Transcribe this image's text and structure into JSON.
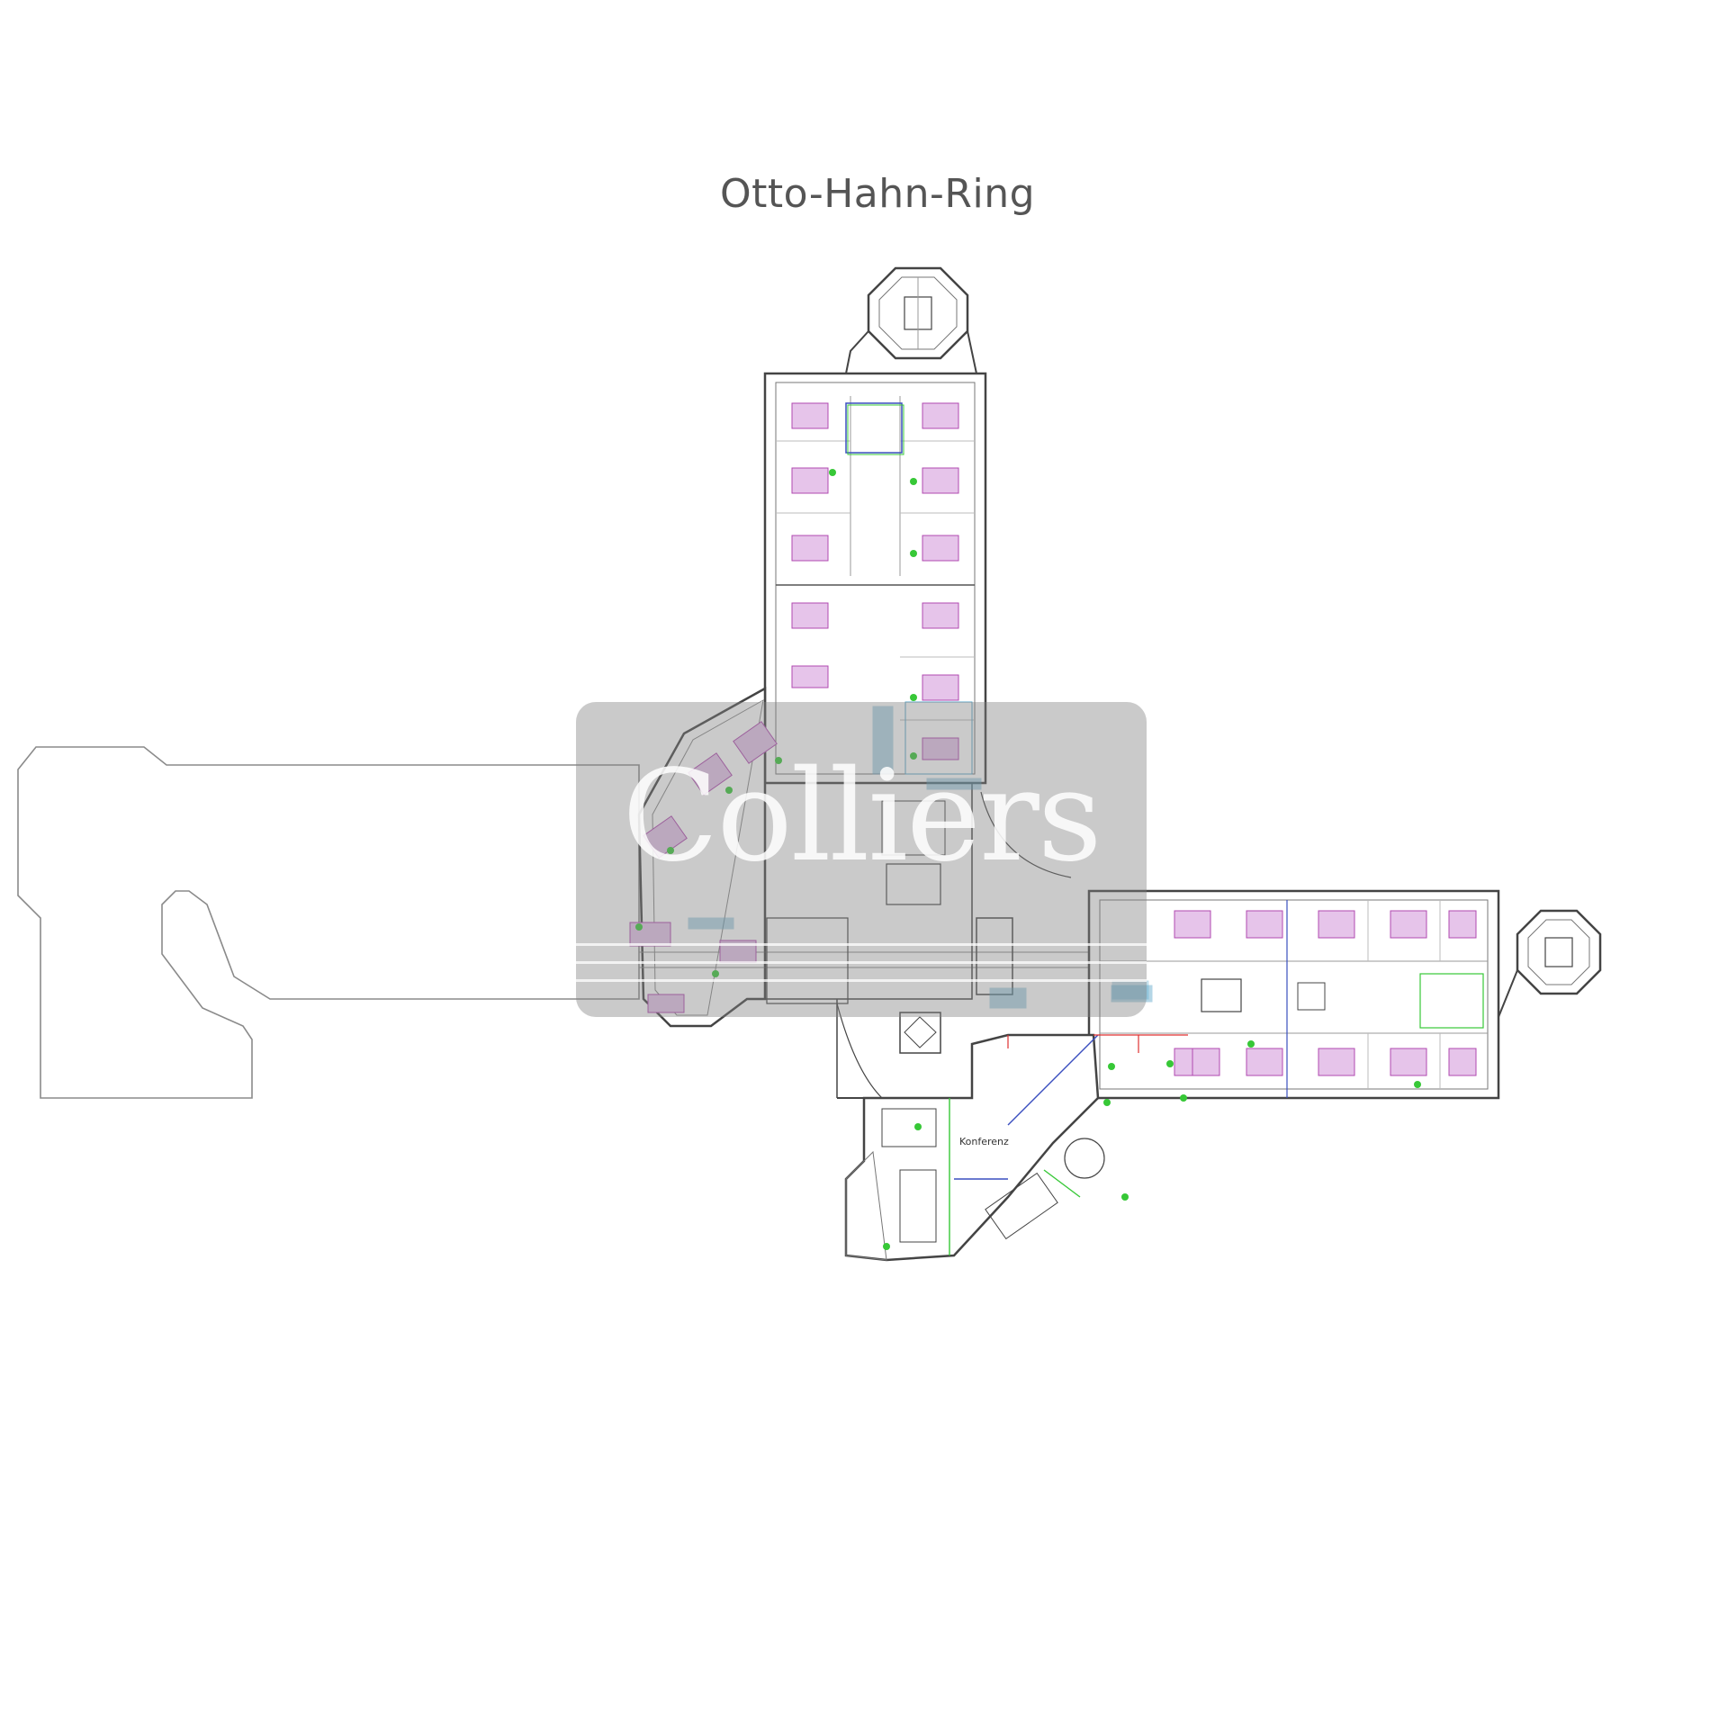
{
  "street_name": "Otto-Hahn-Ring",
  "room_label_conference": "Konferenz",
  "watermark_brand": "Colliers",
  "colors": {
    "wall": "#444444",
    "outline_adjacent": "#8a8a8a",
    "desk_accent": "#b04ab0",
    "plant_green": "#37c837",
    "partition_blue": "#3a4fbf",
    "escape_red": "#e03030",
    "glass_blue": "#5aa6c8",
    "watermark_gray": "#808080"
  }
}
